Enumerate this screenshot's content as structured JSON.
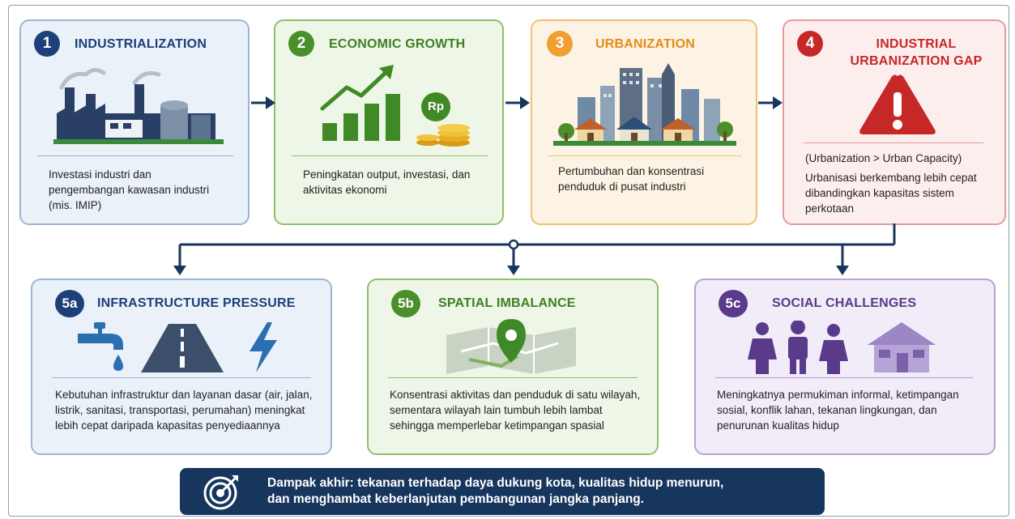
{
  "steps": [
    {
      "num": "1",
      "title": "INDUSTRIALIZATION",
      "desc": "Investasi industri dan pengembangan kawasan industri (mis. IMIP)"
    },
    {
      "num": "2",
      "title": "ECONOMIC GROWTH",
      "currency": "Rp",
      "desc": "Peningkatan output, investasi, dan aktivitas ekonomi"
    },
    {
      "num": "3",
      "title": "URBANIZATION",
      "desc": "Pertumbuhan dan konsentrasi penduduk di pusat industri"
    },
    {
      "num": "4",
      "title_line1": "INDUSTRIAL",
      "title_line2": "URBANIZATION GAP",
      "formula": "(Urbanization > Urban Capacity)",
      "desc": "Urbanisasi berkembang lebih cepat dibandingkan kapasitas sistem perkotaan"
    }
  ],
  "effects": [
    {
      "num": "5a",
      "title": "INFRASTRUCTURE PRESSURE",
      "desc": "Kebutuhan infrastruktur dan layanan dasar (air, jalan, listrik, sanitasi, transportasi, perumahan) meningkat lebih cepat daripada kapasitas penyediaannya"
    },
    {
      "num": "5b",
      "title": "SPATIAL IMBALANCE",
      "desc": "Konsentrasi aktivitas dan penduduk di satu wilayah, sementara wilayah lain tumbuh lebih lambat sehingga memperlebar ketimpangan spasial"
    },
    {
      "num": "5c",
      "title": "SOCIAL CHALLENGES",
      "desc": "Meningkatnya permukiman informal, ketimpangan sosial, konflik lahan, tekanan lingkungan, dan penurunan kualitas hidup"
    }
  ],
  "final_impact": {
    "line1": "Dampak akhir: tekanan terhadap daya dukung kota, kualitas hidup menurun,",
    "line2": "dan menghambat keberlanjutan pembangunan jangka panjang."
  },
  "colors": {
    "navy": "#17365d",
    "blue": "#1d3f7a",
    "green": "#4a8f2a",
    "orange": "#f0a030",
    "red": "#c62828",
    "purple": "#5a3a8a"
  },
  "icons": [
    "factory-icon",
    "growth-chart-icon",
    "coins-icon",
    "city-icon",
    "warning-icon",
    "water-tap-icon",
    "road-icon",
    "lightning-icon",
    "map-pin-icon",
    "people-icon",
    "house-icon",
    "target-icon"
  ]
}
